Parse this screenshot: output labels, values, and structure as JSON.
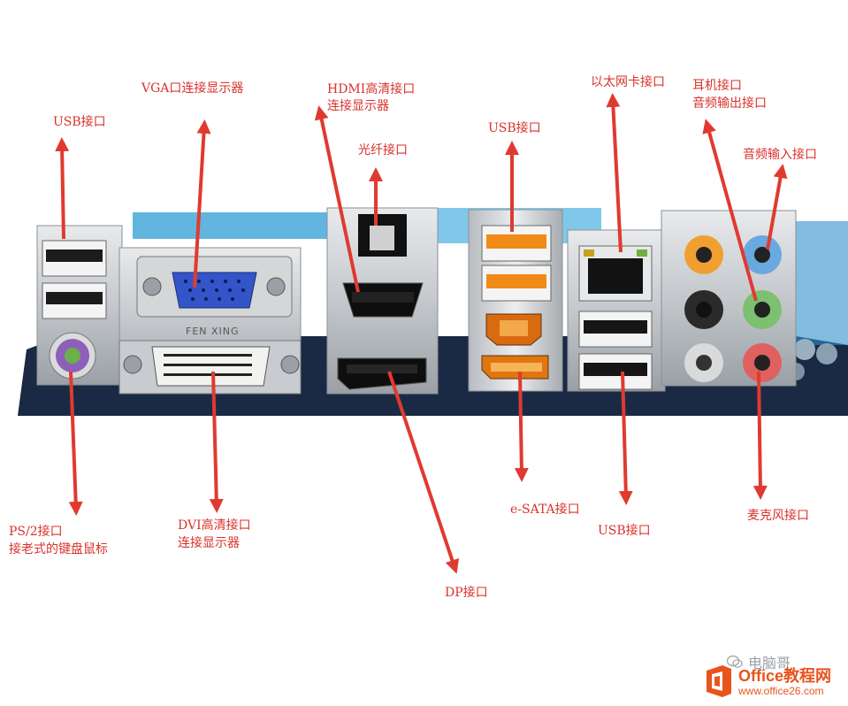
{
  "labels": {
    "usb_left": "USB接口",
    "vga": "VGA口连接显示器",
    "hdmi_line1": "HDMI高清接口",
    "hdmi_line2": "连接显示器",
    "optical": "光纤接口",
    "usb_orange": "USB接口",
    "ethernet": "以太网卡接口",
    "headphone_line1": "耳机接口",
    "headphone_line2": "音频输出接口",
    "audio_in": "音频输入接口",
    "ps2_line1": "PS/2接口",
    "ps2_line2": "接老式的键盘鼠标",
    "dvi_line1": "DVI高清接口",
    "dvi_line2": "连接显示器",
    "dp": "DP接口",
    "esata": "e-SATA接口",
    "usb_right": "USB接口",
    "mic": "麦克风接口"
  },
  "board": {
    "vga_stamp": "FEN XING"
  },
  "watermark": {
    "wechat": "电脑哥",
    "brand": "Office教程网",
    "url": "www.office26.com"
  },
  "colors": {
    "label": "#d8322b",
    "arrow": "#e03a30",
    "ps2": "#8e5fb8",
    "vga": "#3355c8",
    "usb_orange": "#f08a18",
    "audio_orange": "#f0a030",
    "audio_blue": "#6aa8e0",
    "audio_green": "#7cc070",
    "audio_pink": "#e06060",
    "pcb": "#1a2a44"
  },
  "icons": [
    "wechat-icon",
    "office-logo-icon"
  ]
}
